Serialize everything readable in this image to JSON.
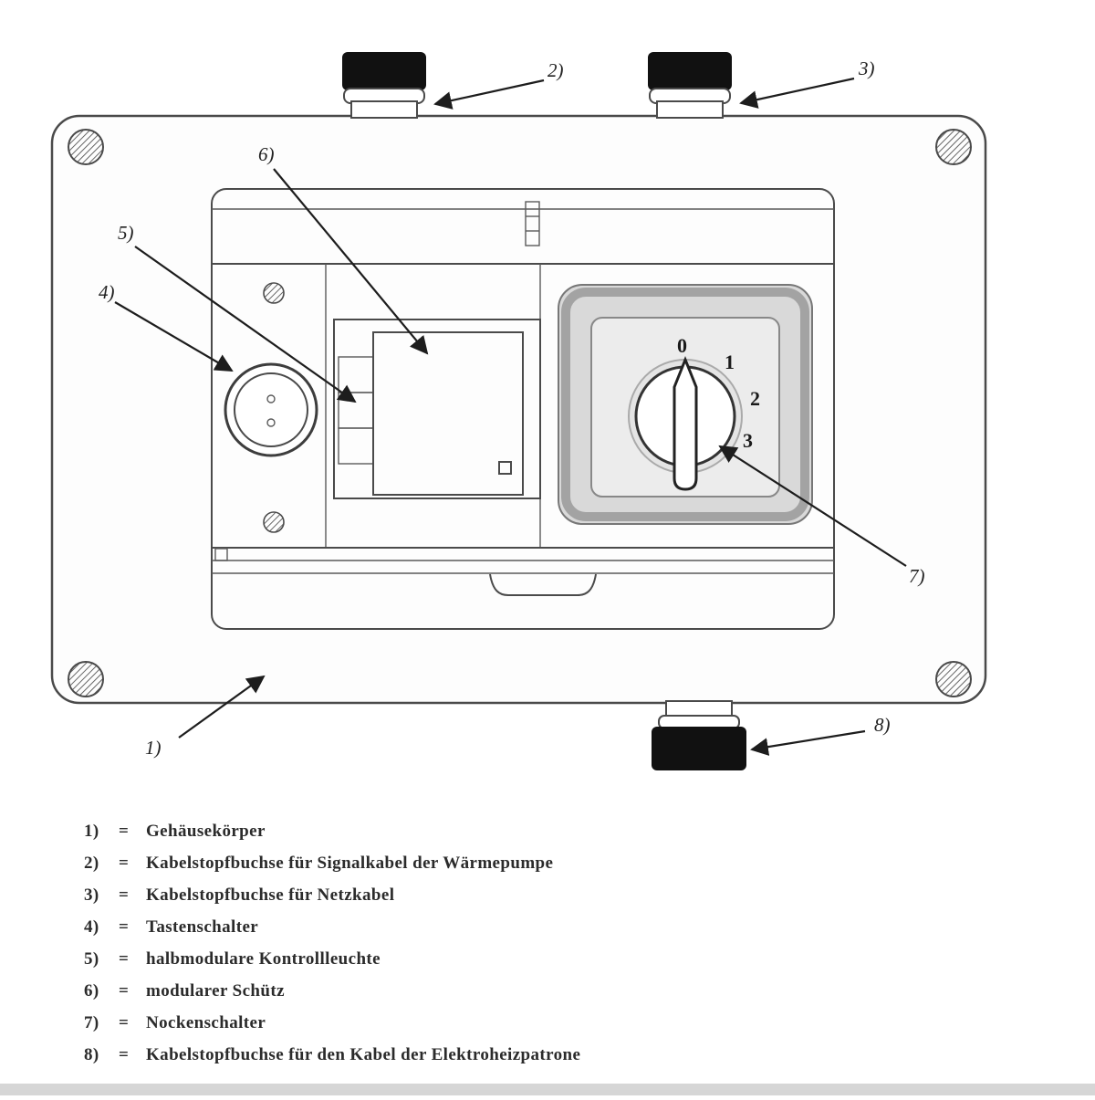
{
  "figure": {
    "callouts": {
      "c1": "1)",
      "c2": "2)",
      "c3": "3)",
      "c4": "4)",
      "c5": "5)",
      "c6": "6)",
      "c7": "7)",
      "c8": "8)"
    },
    "switch": {
      "positions": [
        "0",
        "1",
        "2",
        "3"
      ]
    },
    "colors": {
      "line": "#4a4a4a",
      "gland_cap": "#111111",
      "switch_seat": "#d9d9d9"
    }
  },
  "legend": {
    "items": [
      {
        "num": "1)",
        "sep": "=",
        "label": "Gehäusekörper"
      },
      {
        "num": "2)",
        "sep": "=",
        "label": "Kabelstopfbuchse für Signalkabel der Wärmepumpe"
      },
      {
        "num": "3)",
        "sep": "=",
        "label": "Kabelstopfbuchse für Netzkabel"
      },
      {
        "num": "4)",
        "sep": "=",
        "label": "Tastenschalter"
      },
      {
        "num": "5)",
        "sep": "=",
        "label": "halbmodulare Kontrollleuchte"
      },
      {
        "num": "6)",
        "sep": "=",
        "label": "modularer Schütz"
      },
      {
        "num": "7)",
        "sep": "=",
        "label": "Nockenschalter"
      },
      {
        "num": "8)",
        "sep": "=",
        "label": "Kabelstopfbuchse für den Kabel der Elektroheizpatrone"
      }
    ]
  }
}
